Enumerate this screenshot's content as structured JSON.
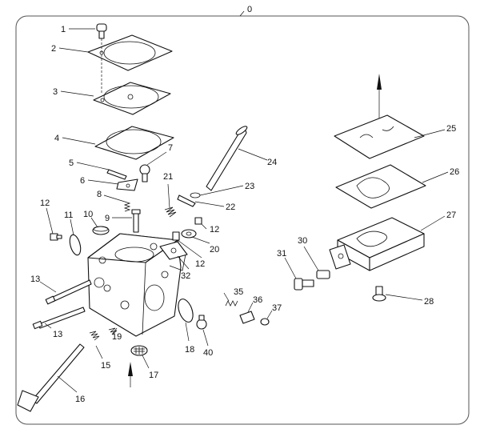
{
  "assembly_label": "0",
  "callouts": [
    {
      "id": "c1",
      "label": "1"
    },
    {
      "id": "c2",
      "label": "2"
    },
    {
      "id": "c3",
      "label": "3"
    },
    {
      "id": "c4",
      "label": "4"
    },
    {
      "id": "c5",
      "label": "5"
    },
    {
      "id": "c6",
      "label": "6"
    },
    {
      "id": "c7",
      "label": "7"
    },
    {
      "id": "c8",
      "label": "8"
    },
    {
      "id": "c9",
      "label": "9"
    },
    {
      "id": "c10",
      "label": "10"
    },
    {
      "id": "c11",
      "label": "11"
    },
    {
      "id": "c12a",
      "label": "12"
    },
    {
      "id": "c12b",
      "label": "12"
    },
    {
      "id": "c12c",
      "label": "12"
    },
    {
      "id": "c13a",
      "label": "13"
    },
    {
      "id": "c13b",
      "label": "13"
    },
    {
      "id": "c15",
      "label": "15"
    },
    {
      "id": "c16",
      "label": "16"
    },
    {
      "id": "c17",
      "label": "17"
    },
    {
      "id": "c18",
      "label": "18"
    },
    {
      "id": "c19",
      "label": "19"
    },
    {
      "id": "c20",
      "label": "20"
    },
    {
      "id": "c21",
      "label": "21"
    },
    {
      "id": "c22",
      "label": "22"
    },
    {
      "id": "c23",
      "label": "23"
    },
    {
      "id": "c24",
      "label": "24"
    },
    {
      "id": "c25",
      "label": "25"
    },
    {
      "id": "c26",
      "label": "26"
    },
    {
      "id": "c27",
      "label": "27"
    },
    {
      "id": "c28",
      "label": "28"
    },
    {
      "id": "c30",
      "label": "30"
    },
    {
      "id": "c31",
      "label": "31"
    },
    {
      "id": "c32",
      "label": "32"
    },
    {
      "id": "c35",
      "label": "35"
    },
    {
      "id": "c36",
      "label": "36"
    },
    {
      "id": "c37",
      "label": "37"
    },
    {
      "id": "c40",
      "label": "40"
    }
  ]
}
